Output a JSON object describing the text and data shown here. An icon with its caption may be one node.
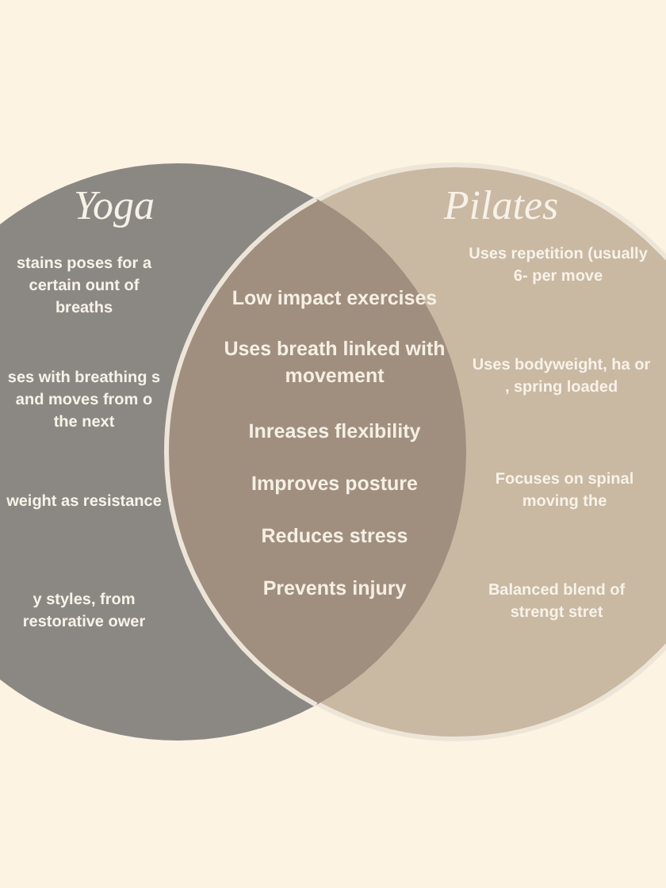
{
  "diagram": {
    "nodes": [
      {
        "text": [
          "Yoga",
          "stains poses for a certain ount of breaths",
          "ses with breathing s and moves from o the next",
          "weight as resistance",
          "y styles, from restorative ower"
        ]
      },
      {
        "text": [
          "Pilates",
          "Uses repetition (usually 6- per move",
          "Uses bodyweight, ha or , spring loaded",
          "Focuses on spinal moving the",
          "Balanced blend of strengt stret"
        ]
      },
      {
        "text": [
          "Low impact  exercises",
          "Uses breath linked with movement",
          "Inreases flexibility",
          "Improves posture",
          "Reduces stress",
          "Prevents injury"
        ]
      }
    ]
  }
}
